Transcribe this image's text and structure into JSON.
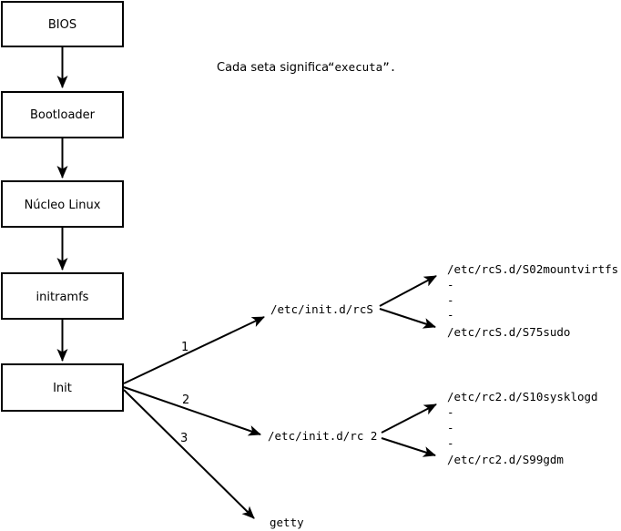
{
  "annotation": {
    "prefix": "Cada seta significa ",
    "command": "“executa”."
  },
  "flow_boxes": [
    {
      "label": "BIOS"
    },
    {
      "label": "Bootloader"
    },
    {
      "label": "Núcleo Linux"
    },
    {
      "label": "initramfs"
    },
    {
      "label": "Init"
    }
  ],
  "branches": [
    {
      "number": "1",
      "label": "/etc/init.d/rcS",
      "children": [
        "/etc/rcS.d/S02mountvirtfs",
        "-",
        "-",
        "-",
        "/etc/rcS.d/S75sudo"
      ]
    },
    {
      "number": "2",
      "label": "/etc/init.d/rc 2",
      "children": [
        "/etc/rc2.d/S10sysklogd",
        "-",
        "-",
        "-",
        "/etc/rc2.d/S99gdm"
      ]
    },
    {
      "number": "3",
      "label": "getty",
      "children": []
    }
  ],
  "colors": {
    "ink": "#000000",
    "background": "#ffffff"
  }
}
